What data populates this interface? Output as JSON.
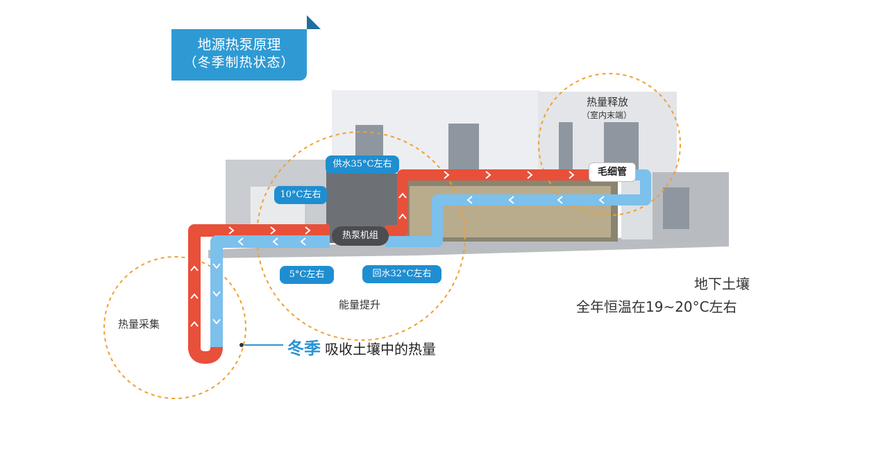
{
  "title": {
    "line1": "地源热泵原理",
    "line2": "（冬季制热状态）"
  },
  "labels": {
    "heat_release": "热量释放",
    "indoor_terminal": "（室内末端）",
    "capillary": "毛细管",
    "supply_water": "供水35°C左右",
    "ten_c": "10°C左右",
    "heat_pump_unit": "热泵机组",
    "five_c": "5°C左右",
    "return_water": "回水32°C左右",
    "energy_boost": "能量提升",
    "heat_collection": "热量采集",
    "underground_soil": "地下土壤",
    "constant_temp": "全年恒温在19~20°C左右",
    "winter": "冬季",
    "absorb_heat": "吸收土壤中的热量"
  },
  "colors": {
    "hot": "#e8503a",
    "cold": "#7cc0ec",
    "accent": "#2e9ad4",
    "dashed": "#f0a030"
  }
}
